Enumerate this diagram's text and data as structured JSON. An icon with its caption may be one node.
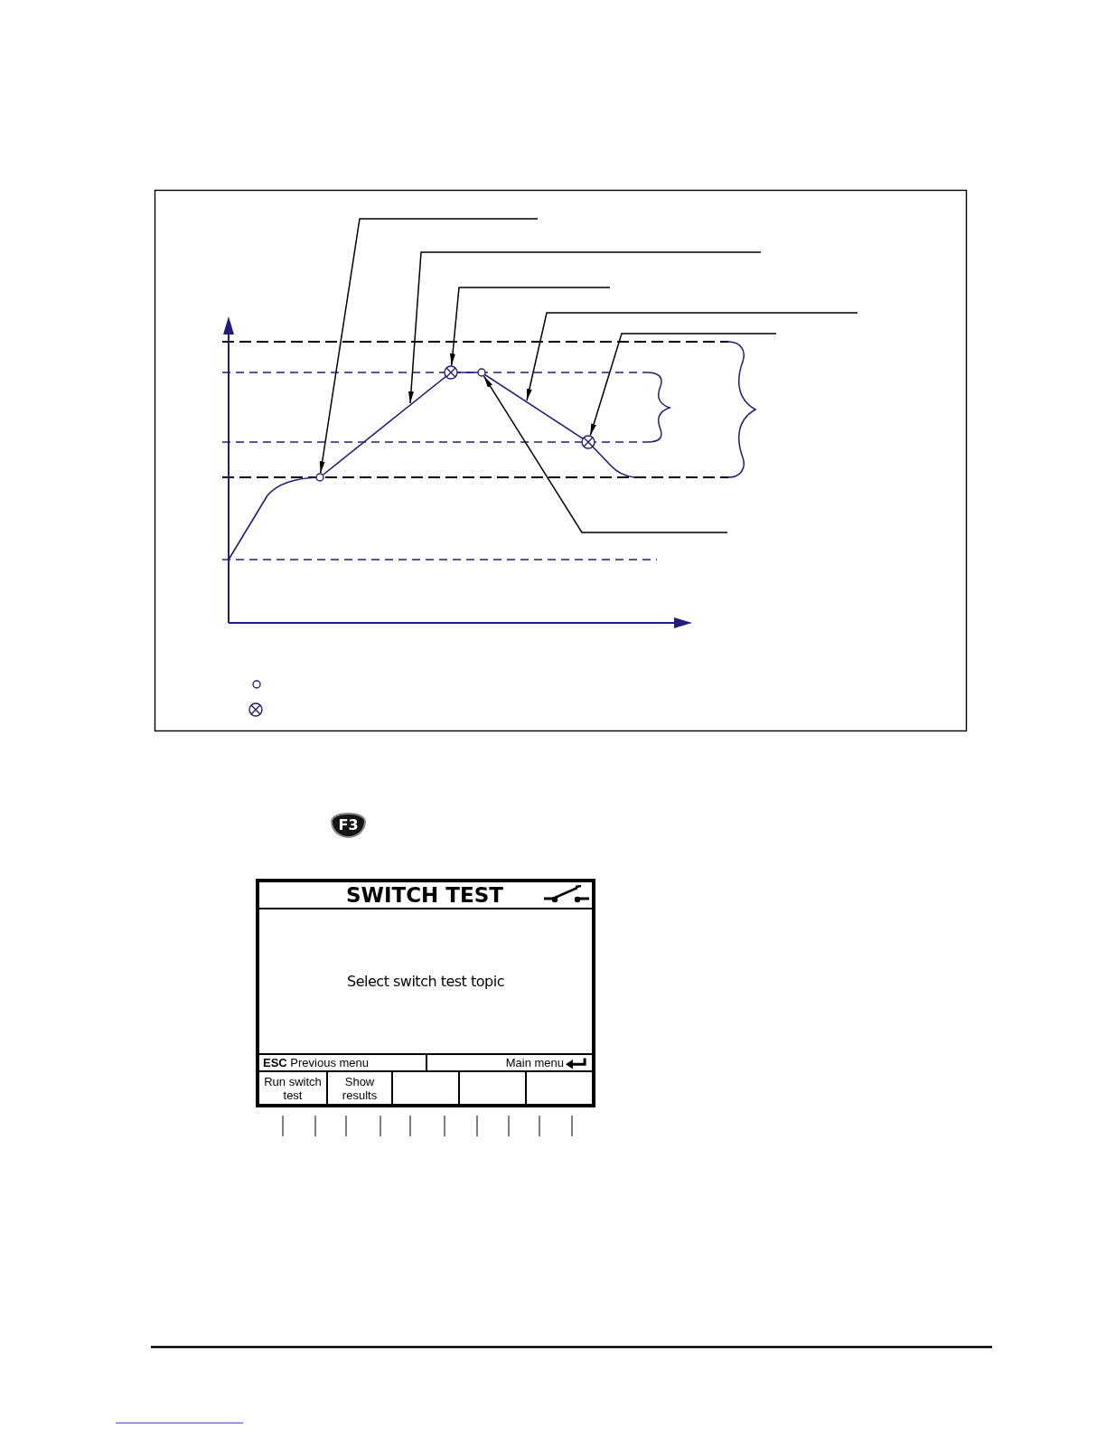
{
  "diagram": {
    "nodes": [
      {
        "text": [],
        "shape": "circle"
      },
      {
        "text": [],
        "shape": "circle"
      },
      {
        "text": [],
        "shape": "circle"
      },
      {
        "text": [],
        "shape": "circle"
      }
    ],
    "edges": [
      {
        "from": null,
        "to": 0,
        "arrow": "to"
      },
      {
        "from": null,
        "to": 1,
        "arrow": "to"
      },
      {
        "from": null,
        "to": 3,
        "arrow": "to"
      },
      {
        "from": null,
        "to": 2,
        "arrow": "to"
      }
    ],
    "labels": [
      "F3",
      "SWITCH TEST",
      "Select switch test topic",
      "**ESC** Previous menu",
      "Main menu",
      "Run switch test",
      "Show results"
    ]
  }
}
